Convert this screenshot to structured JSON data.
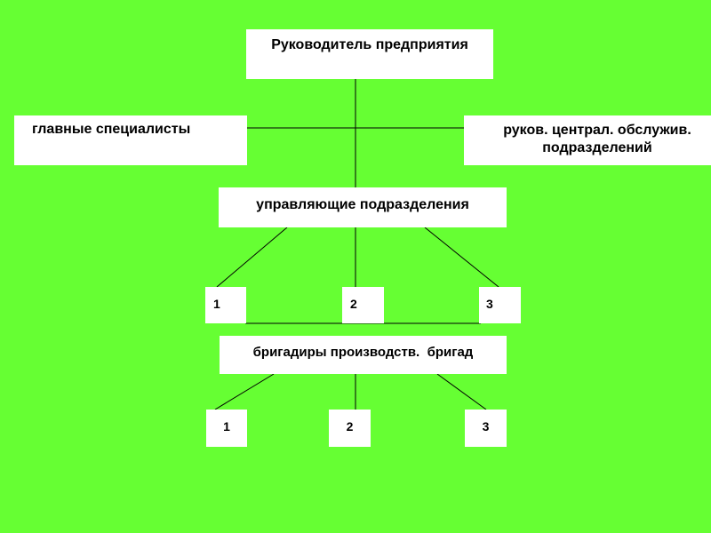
{
  "colors": {
    "background": "#66ff33",
    "box": "#ffffff",
    "line": "#000000"
  },
  "nodes": {
    "director": "Руководитель предприятия",
    "chief_specialists": "главные специалисты",
    "central_services": "руков. централ. обслужив. подразделений",
    "managing_divisions": "управляющие подразделения",
    "division_1": "1",
    "division_2": "2",
    "division_3": "3",
    "foremen": "бригадиры производств.  бригад",
    "brigade_1": "1",
    "brigade_2": "2",
    "brigade_3": "3"
  }
}
